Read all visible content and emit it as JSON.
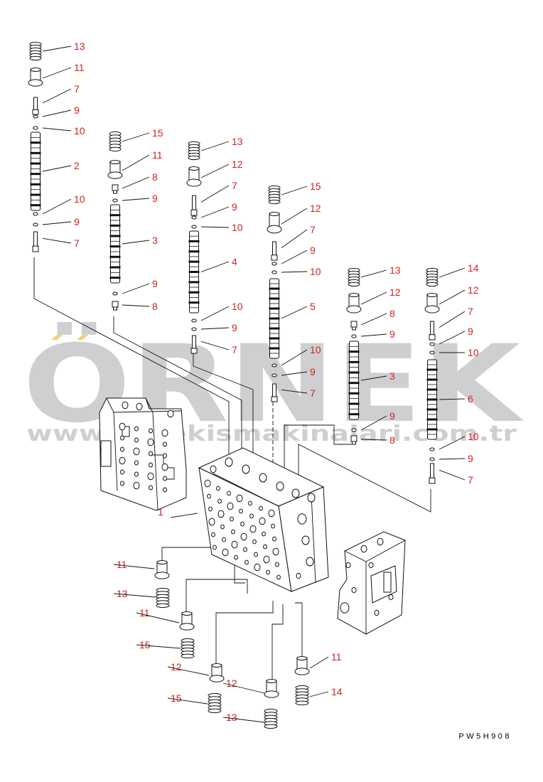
{
  "drawing_code": "PW5H908",
  "watermark": {
    "brand": "ÖRNEK",
    "url": "www.ornekismakinalari.com.tr",
    "color": "#cfcfd1",
    "accent": "#f2ce7a"
  },
  "colors": {
    "label": "#d42020",
    "line": "#111111"
  },
  "columns": [
    {
      "id": "col1",
      "labels": [
        "13",
        "11",
        "7",
        "9",
        "10",
        "2",
        "10",
        "9",
        "7"
      ]
    },
    {
      "id": "col2",
      "labels": [
        "15",
        "11",
        "8",
        "9",
        "3",
        "9",
        "8"
      ]
    },
    {
      "id": "col3",
      "labels": [
        "13",
        "12",
        "7",
        "9",
        "10",
        "4",
        "10",
        "9",
        "7"
      ]
    },
    {
      "id": "col4",
      "labels": [
        "15",
        "12",
        "7",
        "9",
        "10",
        "5",
        "10",
        "9",
        "7"
      ]
    },
    {
      "id": "col5",
      "labels": [
        "13",
        "12",
        "8",
        "9",
        "3",
        "9",
        "8"
      ]
    },
    {
      "id": "col6",
      "labels": [
        "14",
        "12",
        "7",
        "9",
        "10",
        "6",
        "10",
        "9",
        "7"
      ]
    }
  ],
  "body_label": "1",
  "lower_labels": [
    "11",
    "13",
    "11",
    "15",
    "12",
    "12",
    "15",
    "13",
    "11",
    "14"
  ]
}
